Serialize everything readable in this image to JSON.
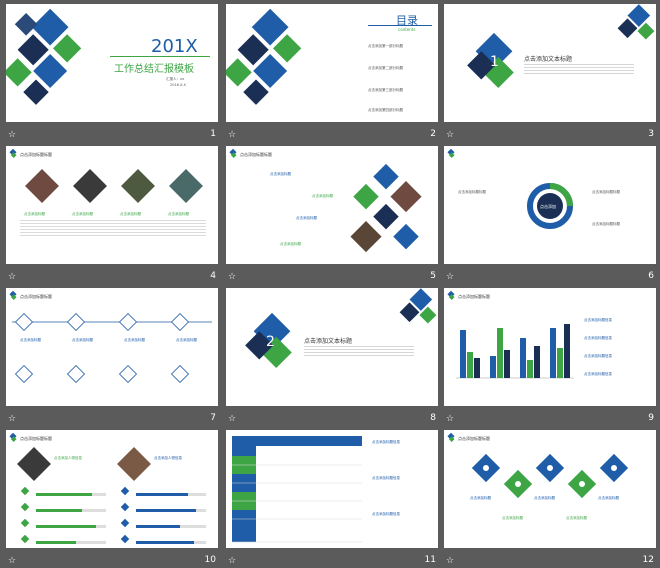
{
  "colors": {
    "blue": "#1f5da8",
    "navy": "#1b2f54",
    "green": "#3ea545",
    "gray": "#5b5b5b"
  },
  "slides": [
    {
      "num": "1",
      "title_year": "201X",
      "title_main": "工作总结汇报模板",
      "reporter": "汇报人：xx",
      "date": "2016.X.X"
    },
    {
      "num": "2",
      "title": "目录",
      "subtitle": "contents",
      "items": [
        "点击添加第一部分标题",
        "点击添加第二部分标题",
        "点击添加第三部分标题",
        "点击添加第四部分标题"
      ]
    },
    {
      "num": "3",
      "index": "1",
      "title": "点击添加文本标题"
    },
    {
      "num": "4",
      "header": "点击添加标题标题",
      "cap": "点击添加标题"
    },
    {
      "num": "5",
      "header": "点击添加标题标题",
      "cap": "点击添加标题"
    },
    {
      "num": "6",
      "header": "点击添加标题标题",
      "center": "点击添加"
    },
    {
      "num": "7",
      "header": "点击添加标题标题",
      "cap": "点击添加标题"
    },
    {
      "num": "8",
      "index": "2",
      "title": "点击添加文本标题"
    },
    {
      "num": "9",
      "header": "点击添加标题标题",
      "cap": "点击添加标题信息"
    },
    {
      "num": "10",
      "header": "点击添加标题标题",
      "cap": "点击添加人物信息"
    },
    {
      "num": "11",
      "header": "",
      "cap": "点击添加标题信息"
    },
    {
      "num": "12",
      "header": "点击添加标题标题",
      "cap": "点击添加标题"
    }
  ],
  "star": "☆"
}
